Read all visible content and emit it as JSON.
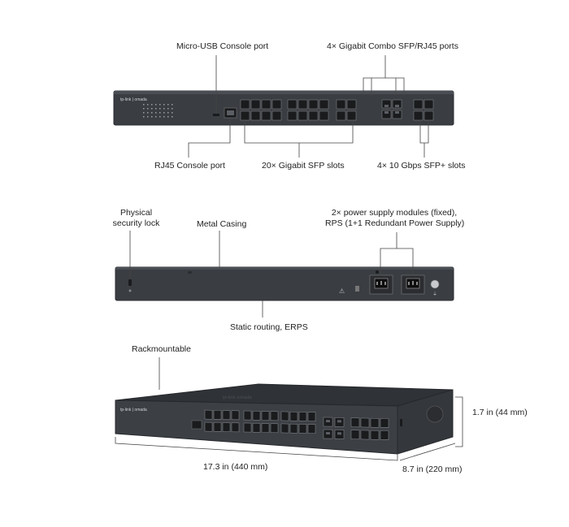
{
  "front_panel": {
    "brand": "tp-link | omada",
    "callouts": {
      "micro_usb_console": "Micro-USB Console port",
      "combo_ports": "4× Gigabit Combo SFP/RJ45 ports",
      "rj45_console": "RJ45 Console port",
      "sfp_slots": "20× Gigabit SFP slots",
      "sfp_plus_slots": "4× 10 Gbps SFP+ slots"
    }
  },
  "rear_panel": {
    "callouts": {
      "security_lock_line1": "Physical",
      "security_lock_line2": "security lock",
      "metal_casing": "Metal Casing",
      "power_line1": "2× power supply modules (fixed),",
      "power_line2": "RPS (1+1 Redundant Power Supply)",
      "static_routing": "Static routing, ERPS"
    }
  },
  "perspective_view": {
    "brand": "tp-link | omada",
    "callouts": {
      "rackmountable": "Rackmountable",
      "height": "1.7 in (44 mm)",
      "width": "17.3 in (440 mm)",
      "depth": "8.7 in (220 mm)"
    }
  },
  "colors": {
    "chassis": "#3a3d42",
    "chassis_dark": "#2b2d31",
    "port_slot": "#1a1b1d",
    "leader_line": "#444444",
    "text": "#222222"
  }
}
